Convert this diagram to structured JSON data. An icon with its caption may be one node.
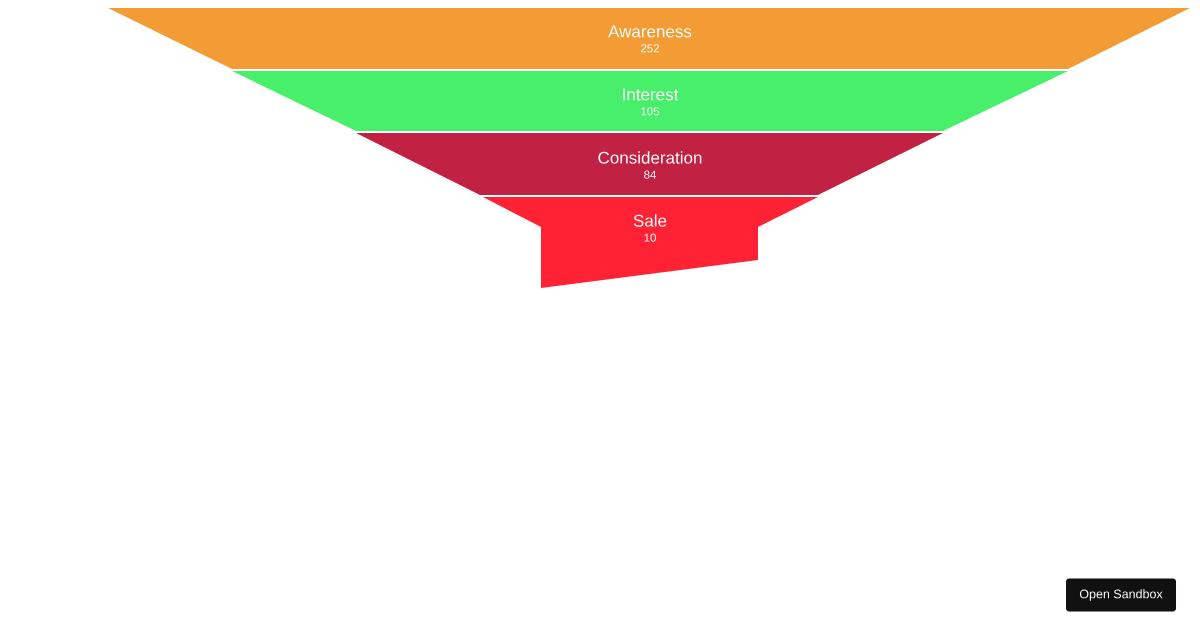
{
  "diagram": {
    "nodes": [
      {
        "text": [
          "Awareness",
          "252"
        ]
      },
      {
        "text": [
          "Interest",
          "105"
        ]
      },
      {
        "text": [
          "Consideration",
          "84"
        ]
      },
      {
        "text": [
          "Sale",
          "10"
        ]
      }
    ],
    "labels": [
      "Open Sandbox"
    ]
  }
}
